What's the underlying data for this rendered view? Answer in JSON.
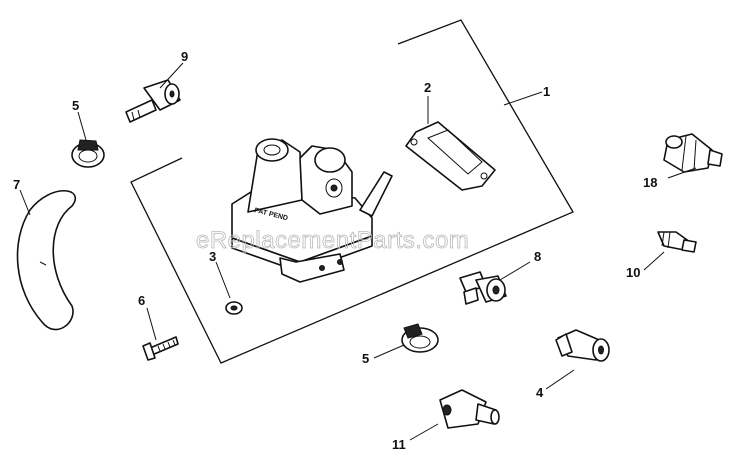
{
  "diagram": {
    "watermark": "eReplacementParts.com",
    "stamp": "PAT PEND",
    "callouts": {
      "c1": "1",
      "c2": "2",
      "c3": "3",
      "c4": "4",
      "c5a": "5",
      "c5b": "5",
      "c6": "6",
      "c7": "7",
      "c8": "8",
      "c9": "9",
      "c10": "10",
      "c11": "11",
      "c18": "18"
    }
  }
}
